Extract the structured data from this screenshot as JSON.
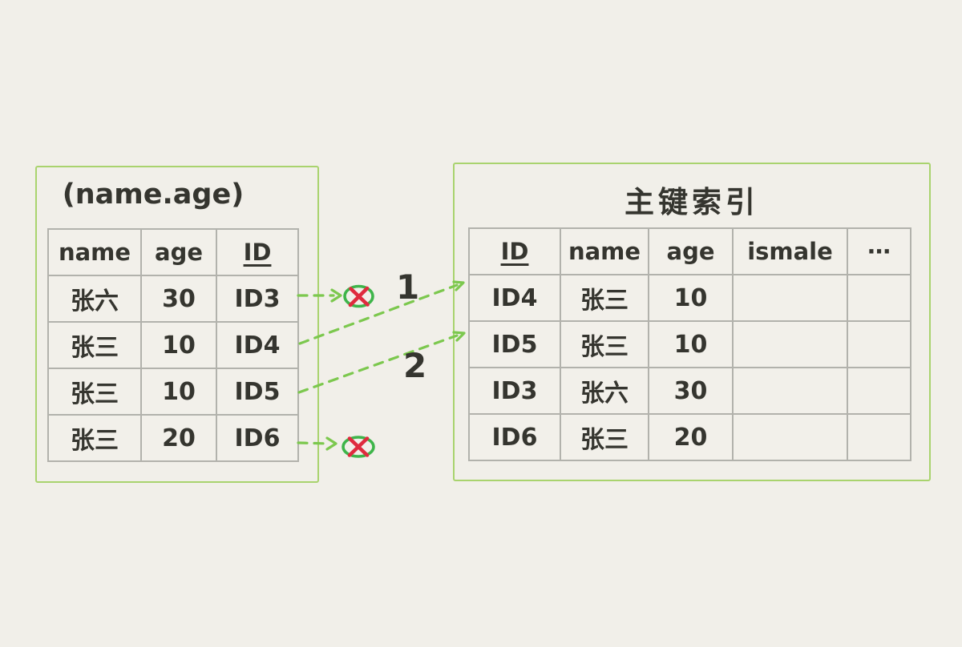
{
  "page": {
    "background": "#f1efe9"
  },
  "colors": {
    "panel_border": "#a9d36e",
    "cell_border": "#b2b2ac",
    "ink": "#35352f",
    "arrow": "#7cc84e",
    "blocked_ring": "#3eb54a",
    "blocked_x": "#df2b3e"
  },
  "left_panel": {
    "title": "(name.age)",
    "table": {
      "headers": [
        "name",
        "age",
        "ID"
      ],
      "rows": [
        {
          "name": "张六",
          "age": "30",
          "id": "ID3"
        },
        {
          "name": "张三",
          "age": "10",
          "id": "ID4"
        },
        {
          "name": "张三",
          "age": "10",
          "id": "ID5"
        },
        {
          "name": "张三",
          "age": "20",
          "id": "ID6"
        }
      ]
    }
  },
  "right_panel": {
    "title": "主键索引",
    "table": {
      "headers": [
        "ID",
        "name",
        "age",
        "ismale",
        "⋯"
      ],
      "rows": [
        {
          "id": "ID4",
          "name": "张三",
          "age": "10",
          "ismale": "",
          "more": ""
        },
        {
          "id": "ID5",
          "name": "张三",
          "age": "10",
          "ismale": "",
          "more": ""
        },
        {
          "id": "ID3",
          "name": "张六",
          "age": "30",
          "ismale": "",
          "more": ""
        },
        {
          "id": "ID6",
          "name": "张三",
          "age": "20",
          "ismale": "",
          "more": ""
        }
      ]
    }
  },
  "connectors": {
    "label_first": "1",
    "label_second": "2"
  }
}
